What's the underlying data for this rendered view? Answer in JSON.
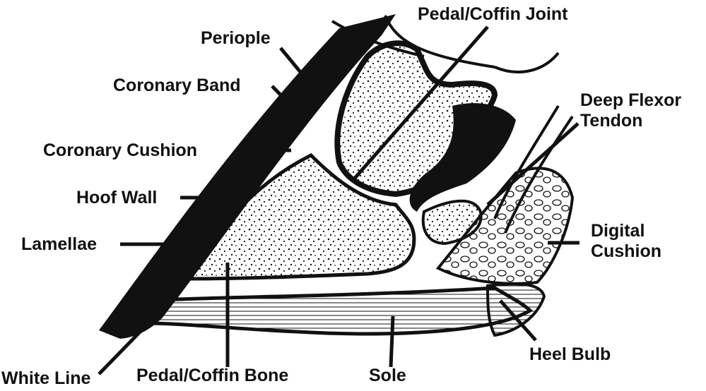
{
  "labels": {
    "periople": "Periople",
    "coronary_band": "Coronary Band",
    "coronary_cushion": "Coronary Cushion",
    "hoof_wall": "Hoof Wall",
    "lamellae": "Lamellae",
    "white_line": "White Line",
    "pedal_coffin_bone": "Pedal/Coffin Bone",
    "sole": "Sole",
    "heel_bulb": "Heel Bulb",
    "digital_cushion_line1": "Digital",
    "digital_cushion_line2": "Cushion",
    "deep_flexor_tendon_line1": "Deep Flexor",
    "deep_flexor_tendon_line2": "Tendon",
    "pedal_coffin_joint": "Pedal/Coffin Joint"
  },
  "colors": {
    "ink": "#111111",
    "paper": "#ffffff"
  }
}
